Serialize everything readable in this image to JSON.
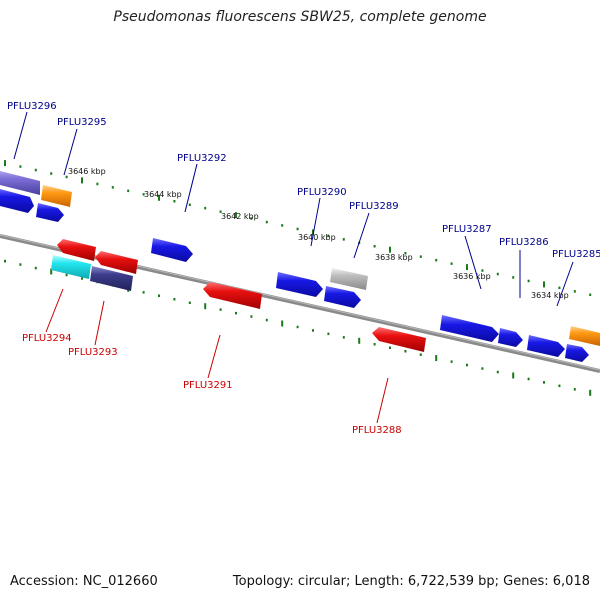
{
  "title": "Pseudomonas fluorescens SBW25, complete genome",
  "footer": {
    "accession": "Accession: NC_012660",
    "topology": "Topology: circular; Length: 6,722,539 bp; Genes: 6,018"
  },
  "colors": {
    "backbone": "#808080",
    "ruler": "#1a7a1a",
    "label_forward": "#00008b",
    "label_reverse": "#cc0000",
    "blue": "#1414e0",
    "red": "#e01010",
    "orange": "#ff9a14",
    "cyan": "#22e5ee",
    "purple": "#7d6fd6",
    "grey": "#bdbdbd",
    "darkpurple": "#3c3c8c"
  },
  "position_ticks": [
    "3634 kbp",
    "3636 kbp",
    "3638 kbp",
    "3640 kbp",
    "3642 kbp",
    "3644 kbp",
    "3646 kbp"
  ],
  "gene_labels_forward": [
    "PFLU3296",
    "PFLU3295",
    "PFLU3292",
    "PFLU3290",
    "PFLU3289",
    "PFLU3287",
    "PFLU3286",
    "PFLU3285"
  ],
  "gene_labels_reverse": [
    "PFLU3294",
    "PFLU3293",
    "PFLU3291",
    "PFLU3288"
  ]
}
